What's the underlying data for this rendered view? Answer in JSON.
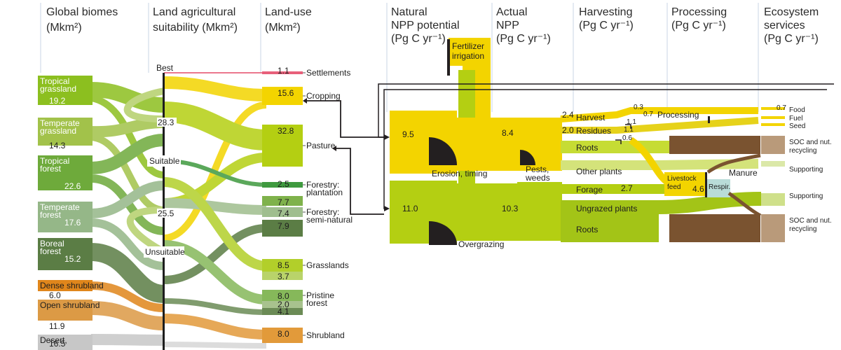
{
  "headers": {
    "global_biomes": [
      "Global biomes",
      "(Mkm²)"
    ],
    "land_suitability": [
      "Land agricultural",
      "suitability (Mkm²)"
    ],
    "land_use": [
      "Land-use",
      "(Mkm²)"
    ],
    "natural_npp": [
      "Natural",
      "NPP potential",
      "(Pg C yr⁻¹)"
    ],
    "actual_npp": [
      "Actual",
      "NPP",
      "(Pg C yr⁻¹)"
    ],
    "harvesting": [
      "Harvesting",
      "(Pg C yr⁻¹)"
    ],
    "processing": [
      "Processing",
      "(Pg C yr⁻¹)"
    ],
    "ecosystem_services": [
      "Ecosystem",
      "services",
      "(Pg C yr⁻¹)"
    ]
  },
  "biomes": [
    {
      "name": [
        "Tropical",
        "grassland"
      ],
      "value": "19.2",
      "color": "#8cbf1f"
    },
    {
      "name": [
        "Temperate",
        "grassland"
      ],
      "value": "14.3",
      "color": "#a2c24a"
    },
    {
      "name": [
        "Tropical",
        "forest"
      ],
      "value": "22.6",
      "color": "#6eaa3b"
    },
    {
      "name": [
        "Temperate",
        "forest"
      ],
      "value": "17.6",
      "color": "#95b788"
    },
    {
      "name": [
        "Boreal",
        "forest"
      ],
      "value": "15.2",
      "color": "#5b7d45"
    },
    {
      "name": [
        "Dense shrubland"
      ],
      "value": "6.0",
      "color": "#e0861b"
    },
    {
      "name": [
        "Open shrubland"
      ],
      "value": "11.9",
      "color": "#dc9a45"
    },
    {
      "name": [
        "Desert,"
      ],
      "value": "16.5",
      "color": "#c7c7c7"
    }
  ],
  "suitability": {
    "best": "Best",
    "suitable": "Suitable",
    "unsuitable": "Unsuitable",
    "value_suitable": "28.3",
    "value_unsuitable": "25.5"
  },
  "land_use": [
    {
      "value": "1.1",
      "label": [
        "Settlements"
      ],
      "color": "#e8607a"
    },
    {
      "value": "15.6",
      "label": [
        "Cropping"
      ],
      "color": "#f3d400"
    },
    {
      "value": "32.8",
      "label": [
        "Pasture"
      ],
      "color": "#b4cf12"
    },
    {
      "value": "2.5",
      "label": [
        "Forestry:",
        "plantation"
      ],
      "color": "#3f9a3f"
    },
    {
      "value": "7.7",
      "label": [],
      "color": "#7fb24b"
    },
    {
      "value": "7.4",
      "label": [
        "Forestry:",
        "semi-natural"
      ],
      "color": "#9fbe8e"
    },
    {
      "value": "7.9",
      "label": [],
      "color": "#5b7d45"
    },
    {
      "value": "8.5",
      "label": [
        "Grasslands"
      ],
      "color": "#b2cf2a"
    },
    {
      "value": "3.7",
      "label": [],
      "color": "#b9d36a"
    },
    {
      "value": "8.0",
      "label": [
        "Pristine",
        "forest"
      ],
      "color": "#86b85a"
    },
    {
      "value": "2.0",
      "label": [],
      "color": "#a8c28e"
    },
    {
      "value": "4.1",
      "label": [],
      "color": "#6b8b55"
    },
    {
      "value": "8.0",
      "label": [
        "Shrubland"
      ],
      "color": "#e29a3a"
    }
  ],
  "npp": {
    "fertilizer": [
      "Fertilizer",
      "irrigation"
    ],
    "natural_crop": "9.5",
    "natural_pasture": "11.0",
    "actual_crop": "8.4",
    "actual_pasture": "10.3",
    "erosion": "Erosion, timing",
    "pests": [
      "Pests,",
      "weeds"
    ],
    "overgrazing": "Overgrazing"
  },
  "harvest": {
    "harvest_label": "Harvest",
    "harvest_value": "2.4",
    "residues_label": "Residues",
    "residues_value": "2.0",
    "roots_label": "Roots",
    "other_plants": "Other plants",
    "forage_label": "Forage",
    "forage_value": "2.7",
    "ungrazed": "Ungrazed plants",
    "roots2_label": "Roots",
    "v_03": "0.3",
    "v_07a": "0.7",
    "v_11a": "1.1",
    "v_11b": "1.1",
    "v_06": "0.6"
  },
  "processing": {
    "processing_label": "Processing",
    "livestock": [
      "Livestock",
      "feed"
    ],
    "livestock_value": "4.6",
    "respir": "Respir.",
    "manure": "Manure"
  },
  "services": {
    "v_07": "0.7",
    "food": "Food",
    "fuel": "Fuel",
    "seed": "Seed",
    "soc1": [
      "SOC and nut.",
      "recycling"
    ],
    "supporting1": "Supporting",
    "supporting2": "Supporting",
    "soc2": [
      "SOC and nut.",
      "recycling"
    ]
  },
  "colors": {
    "yellow": "#f3d400",
    "green": "#b4cf12",
    "lightgreen": "#cfe08a",
    "brown": "#7a5330",
    "tan": "#b99a7a",
    "dark": "#231f20",
    "cyan": "#b9dcd8"
  }
}
